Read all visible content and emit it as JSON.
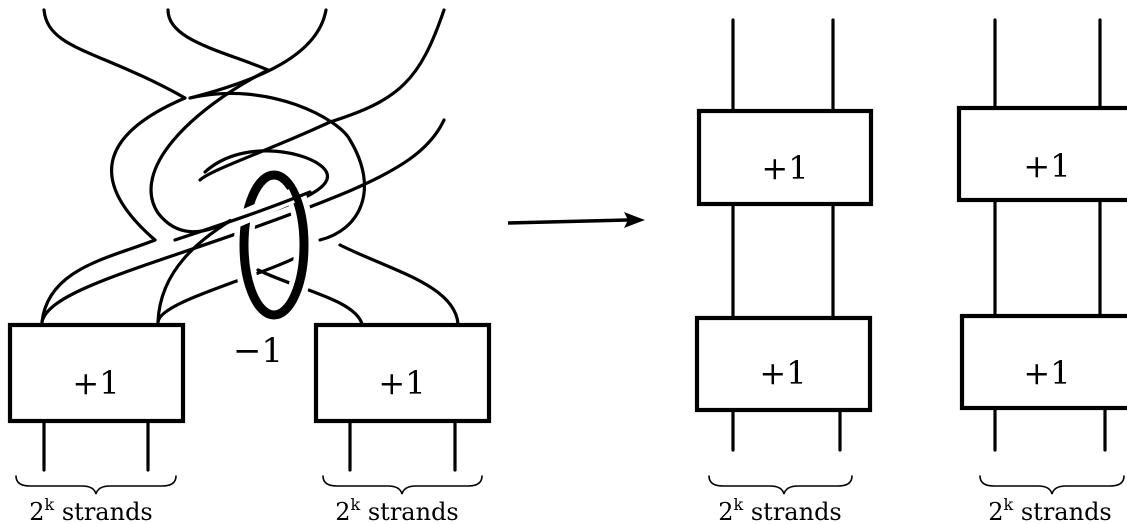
{
  "left_diagram": {
    "boxes": [
      {
        "label": "+1"
      },
      {
        "label": "+1"
      }
    ],
    "surgery_coefficient": "−1",
    "strand_labels": [
      {
        "base": "2",
        "exp": "k",
        "text": " strands"
      },
      {
        "base": "2",
        "exp": "k",
        "text": " strands"
      }
    ]
  },
  "arrow": {
    "direction": "right"
  },
  "right_diagram": {
    "columns": [
      {
        "boxes": [
          {
            "label": "+1"
          },
          {
            "label": "+1"
          }
        ],
        "strand_label": {
          "base": "2",
          "exp": "k",
          "text": " strands"
        }
      },
      {
        "boxes": [
          {
            "label": "+1"
          },
          {
            "label": "+1"
          }
        ],
        "strand_label": {
          "base": "2",
          "exp": "k",
          "text": " strands"
        }
      }
    ]
  }
}
